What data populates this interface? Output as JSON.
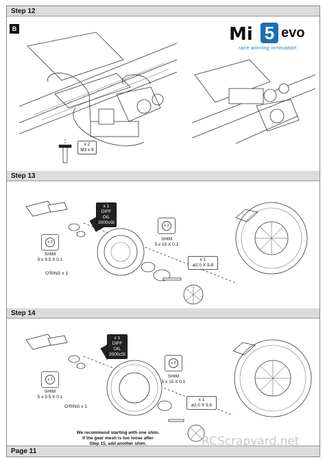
{
  "page": {
    "footer_label": "Page 11",
    "watermark": "RCScrapyard.net"
  },
  "logo": {
    "mi": "Mi",
    "num": "5",
    "evo": "evo",
    "tagline": "race winning innovation"
  },
  "step12": {
    "title": "Step 12",
    "sub_badge": "B",
    "screw": {
      "qty": "x 2",
      "label": "M3 x 8"
    }
  },
  "step13": {
    "title": "Step 13",
    "diff_oil": {
      "qty": "x 1",
      "label": "DIFF OIL 2000cSt"
    },
    "shim_small": {
      "qty": "x 2",
      "label_line1": "SHIM",
      "label_line2": "5 x 9.5 X 0.1"
    },
    "shim_large": {
      "qty": "x 2",
      "label_line1": "SHIM",
      "label_line2": "5 x 15 X 0.1"
    },
    "oring": {
      "label": "O'RING",
      "qty": "x 1"
    },
    "pin": {
      "qty": "x 1",
      "label": "ø2.0 X 9.8"
    }
  },
  "step14": {
    "title": "Step 14",
    "diff_oil": {
      "qty": "x 1",
      "label": "DIFF OIL 2000cSt"
    },
    "shim_small": {
      "qty": "x 2",
      "label_line1": "SHIM",
      "label_line2": "5 x 9.5 X 0.1"
    },
    "shim_large": {
      "qty": "x 2",
      "label_line1": "SHIM",
      "label_line2": "5 x 15 X 0.1"
    },
    "oring": {
      "label": "O'RING",
      "qty": "x 1"
    },
    "pin": {
      "qty": "x 1",
      "label": "ø2.0 X 9.8"
    },
    "note_line1": "We recommend starting with one shim.",
    "note_line2": "If the gear mesh is too loose after",
    "note_line3": "Step 15, add another shim."
  },
  "colors": {
    "brand_blue": "#1c6fb5",
    "bar_gray": "#dcdcdc"
  }
}
